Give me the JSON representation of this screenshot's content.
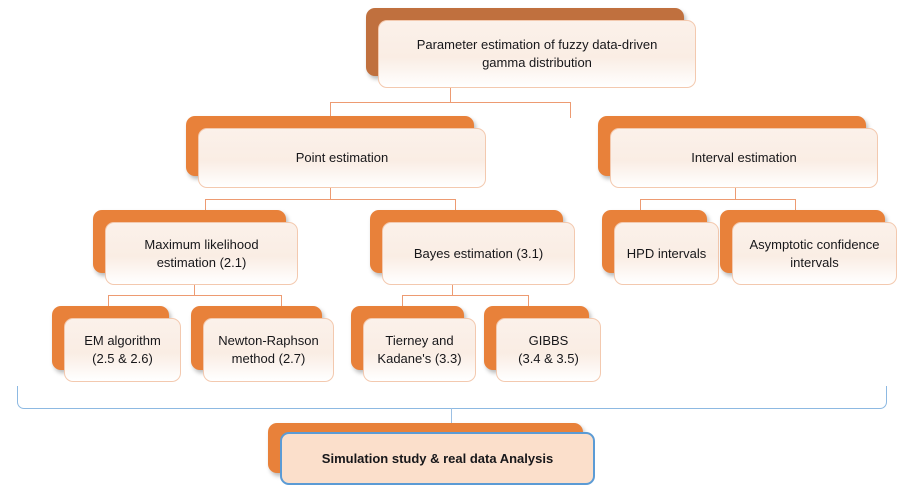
{
  "diagram": {
    "title_node": {
      "id": "root",
      "label": "Parameter estimation of fuzzy data-driven\ngamma distribution"
    },
    "level1": [
      {
        "id": "point-estimation",
        "label": "Point estimation"
      },
      {
        "id": "interval-estimation",
        "label": "Interval estimation"
      }
    ],
    "level2": [
      {
        "id": "maximum-likelihood-estimation",
        "label": "Maximum likelihood\nestimation (2.1)"
      },
      {
        "id": "bayes-estimation",
        "label": "Bayes estimation (3.1)"
      },
      {
        "id": "hpd-intervals",
        "label": "HPD intervals"
      },
      {
        "id": "asymptotic-confidence-intervals",
        "label": "Asymptotic confidence\nintervals"
      }
    ],
    "level3": [
      {
        "id": "em-algorithm",
        "label": "EM algorithm\n(2.5 & 2.6)"
      },
      {
        "id": "newton-raphson-method",
        "label": "Newton-Raphson\nmethod (2.7)"
      },
      {
        "id": "tierney-and-kadanes",
        "label": "Tierney and\nKadane's (3.3)"
      },
      {
        "id": "gibbs",
        "label": "GIBBS\n(3.4 & 3.5)"
      }
    ],
    "summary_node": {
      "id": "simulation-study",
      "label": "Simulation study & real data Analysis"
    },
    "colors": {
      "shadow_orange": "#E8813A",
      "root_shadow_orange": "#C0703E",
      "box_fill": "#FBF1EA",
      "box_border": "#F3C9AF",
      "connector": "#ED9B72",
      "bracket_blue": "#8DB9E2",
      "summary_border": "#5B9BD5",
      "summary_fill": "#FBDFCB",
      "text": "#17171A",
      "background": "#FFFFFF"
    }
  }
}
